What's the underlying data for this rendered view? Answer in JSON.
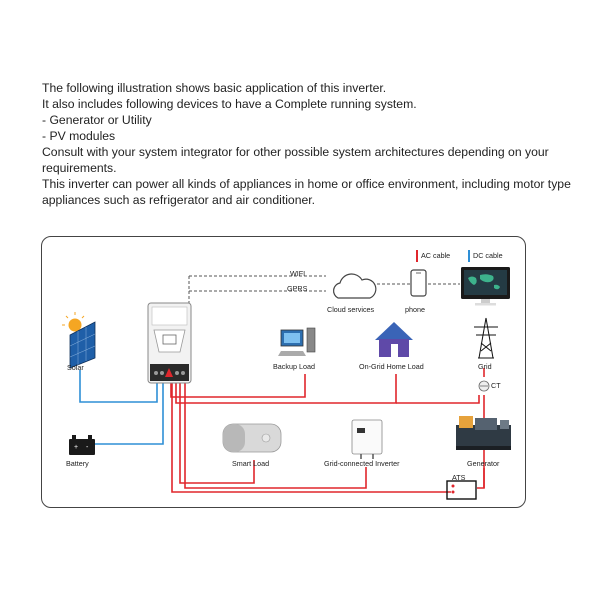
{
  "intro": {
    "line1": "The following illustration shows basic application of this inverter.",
    "line2": "It also includes following devices to have a Complete running system.",
    "line3": "- Generator or Utility",
    "line4": "- PV modules",
    "line5": "Consult with your system integrator for other possible system architectures depending on your requirements.",
    "line6": "This inverter can power all kinds of appliances in home or office environment, including motor type appliances such as refrigerator and air conditioner."
  },
  "diagram": {
    "legend": {
      "ac": "AC cable",
      "dc": "DC cable"
    },
    "links": {
      "wifi": "WIFI",
      "gprs": "GPRS"
    },
    "labels": {
      "cloud": "Cloud services",
      "phone": "phone",
      "solar": "Solar",
      "battery": "Battery",
      "backup": "Backup Load",
      "home": "On-Grid Home Load",
      "grid": "Grid",
      "ct": "CT",
      "smart": "Smart Load",
      "grid_inverter": "Grid-connected Inverter",
      "generator": "Generator",
      "ats": "ATS"
    },
    "colors": {
      "ac": "#e0262c",
      "dc": "#2e8fd6",
      "dashed": "#555555"
    }
  }
}
